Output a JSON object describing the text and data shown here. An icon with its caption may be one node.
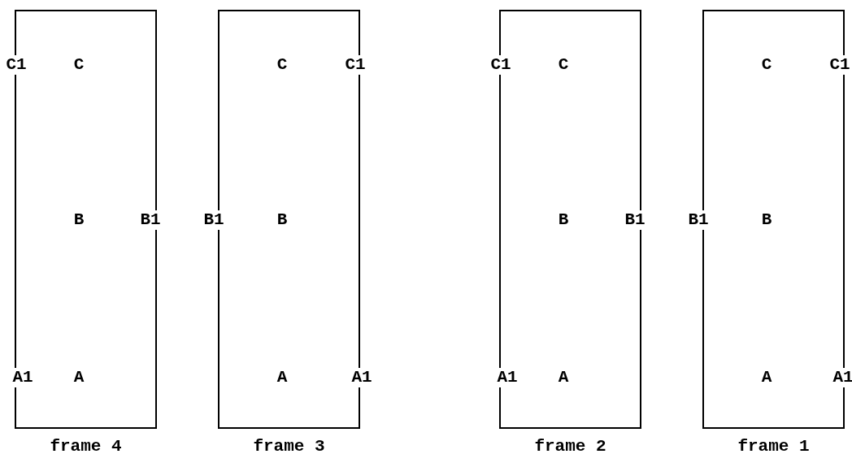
{
  "diagram": {
    "nodes": [
      {
        "text": [
          "frame 4"
        ]
      },
      {
        "text": [
          "frame 3"
        ]
      },
      {
        "text": [
          "frame 2"
        ]
      },
      {
        "text": [
          "frame 1"
        ]
      }
    ],
    "edges": [],
    "labels": [
      "C1",
      "C",
      "C",
      "C1",
      "C1",
      "C",
      "C",
      "C1",
      "B",
      "B1",
      "B1",
      "B",
      "B",
      "B1",
      "B1",
      "B",
      "A1",
      "A",
      "A",
      "A1",
      "A1",
      "A",
      "A",
      "A1"
    ]
  }
}
